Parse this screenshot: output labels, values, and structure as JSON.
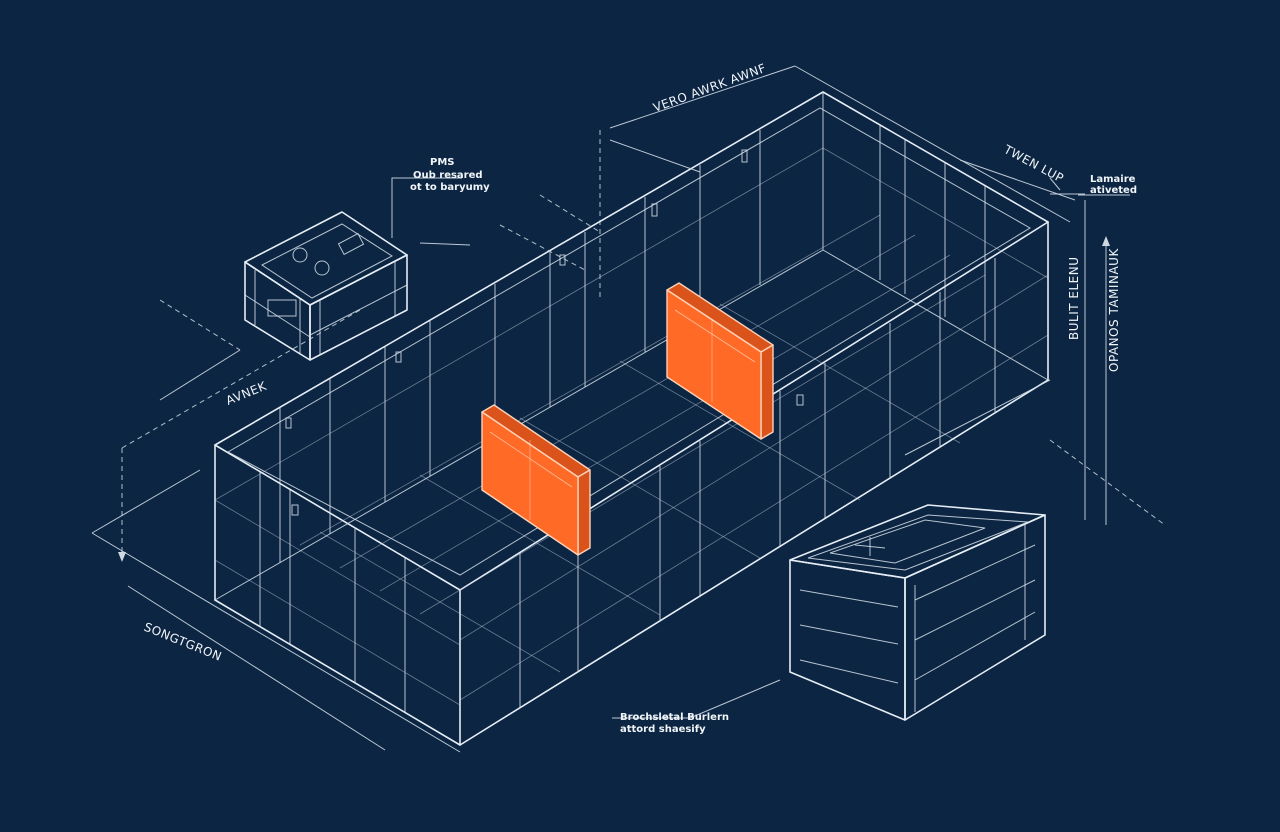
{
  "labels": {
    "top_center": "VERO AWRK AWNF",
    "top_right": "TWEN LUP",
    "right_note_line1": "Lamaire",
    "right_note_line2": "ativeted",
    "right_vertical_1": "BULIT ELENU",
    "right_vertical_2": "OPANOS TAMINAUK",
    "left_note_title": "PMS",
    "left_note_line1": "Oub resared",
    "left_note_line2": "ot to baryumy",
    "left_dim": "AVNEK",
    "bottom_left": "SONGTGRON",
    "bottom_note_line1": "Brochsletal Burlern",
    "bottom_note_line2": "attord shaesify"
  },
  "colors": {
    "background": "#0b2542",
    "line": "#e6edf5",
    "accent_panel": "#ff6a26",
    "accent_panel_side": "#d9531a"
  }
}
